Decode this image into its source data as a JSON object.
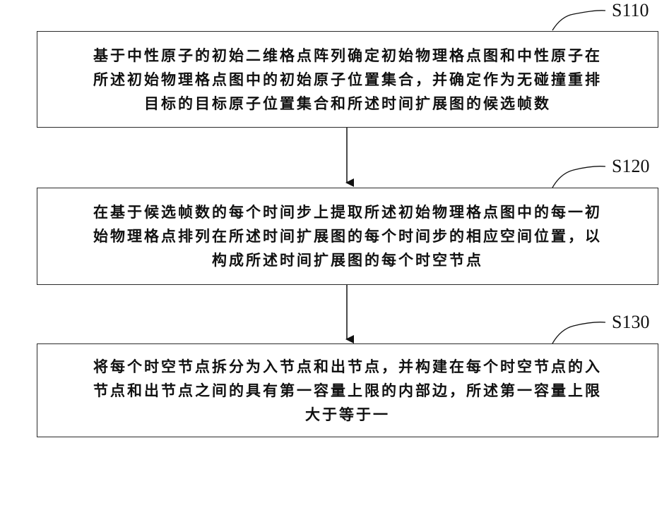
{
  "steps": [
    {
      "id": "S110",
      "lines": [
        "基于中性原子的初始二维格点阵列确定初始物理格点图和中性原子在",
        "所述初始物理格点图中的初始原子位置集合，并确定作为无碰撞重排",
        "目标的目标原子位置集合和所述时间扩展图的候选帧数"
      ]
    },
    {
      "id": "S120",
      "lines": [
        "在基于候选帧数的每个时间步上提取所述初始物理格点图中的每一初",
        "始物理格点排列在所述时间扩展图的每个时间步的相应空间位置，以",
        "构成所述时间扩展图的每个时空节点"
      ]
    },
    {
      "id": "S130",
      "lines": [
        "将每个时空节点拆分为入节点和出节点，并构建在每个时空节点的入",
        "节点和出节点之间的具有第一容量上限的内部边，所述第一容量上限",
        "大于等于一"
      ]
    }
  ]
}
